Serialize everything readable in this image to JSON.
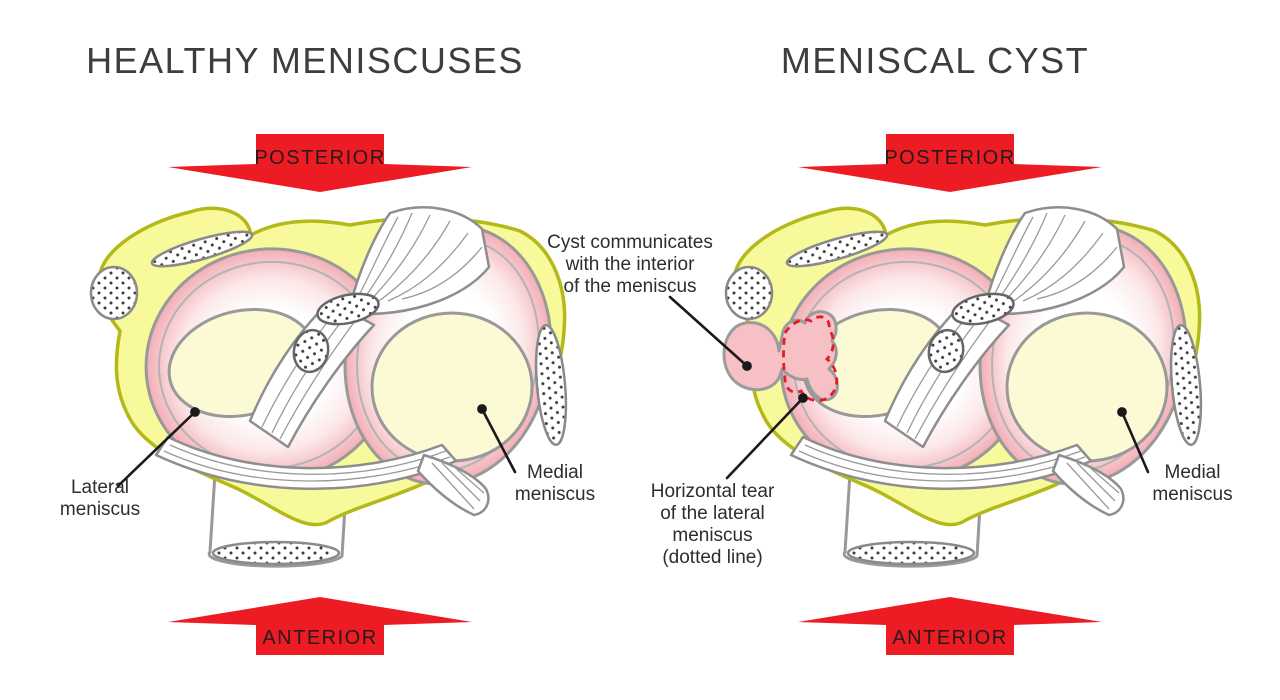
{
  "colors": {
    "arrow_red": "#ed1c24",
    "plateau_yellow": "#f7f99b",
    "plateau_outline": "#b4b918",
    "meniscus_rim_pink": "#f2aeb5",
    "inner_surface_yellow": "#fbfad4",
    "cyst_pink": "#f7c0c4",
    "tear_dash_red": "#e41b28",
    "title_gray": "#3d3d3d"
  },
  "left_panel": {
    "title": "HEALTHY MENISCUSES",
    "posterior_label": "POSTERIOR",
    "anterior_label": "ANTERIOR",
    "labels": {
      "lateral_meniscus": "Lateral\nmeniscus",
      "medial_meniscus": "Medial\nmeniscus"
    }
  },
  "right_panel": {
    "title": "MENISCAL CYST",
    "posterior_label": "POSTERIOR",
    "anterior_label": "ANTERIOR",
    "labels": {
      "cyst": "Cyst communicates\nwith the interior\nof the meniscus",
      "tear": "Horizontal tear\nof the lateral\nmeniscus\n(dotted line)",
      "medial_meniscus": "Medial\nmeniscus"
    }
  }
}
